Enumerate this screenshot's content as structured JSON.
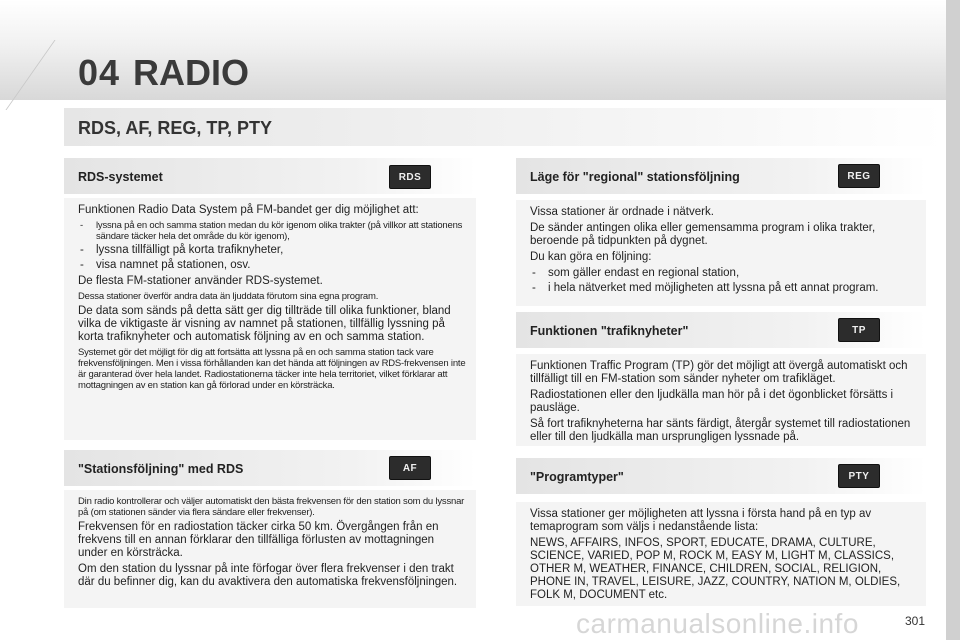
{
  "header": {
    "chapter_number": "04",
    "chapter_title": "RADIO"
  },
  "section": {
    "title": "RDS, AF, REG, TP, PTY"
  },
  "rds": {
    "heading": "RDS-systemet",
    "badge": "RDS",
    "intro": "Funktionen Radio Data System på FM-bandet ger dig möjlighet att:",
    "list_small": "lyssna på en och samma station medan du kör igenom olika trakter (på villkor att stationens sändare täcker hela det område du kör igenom),",
    "list_items": [
      "lyssna tillfälligt på korta trafiknyheter,",
      "visa namnet på stationen, osv."
    ],
    "p1": "De flesta FM-stationer använder RDS-systemet.",
    "p2_small": "Dessa stationer överför andra data än ljuddata förutom sina egna program.",
    "p3": "De data som sänds på detta sätt ger dig tillträde till olika funktioner, bland vilka de viktigaste är visning av namnet på stationen, tillfällig lyssning på korta trafiknyheter och automatisk följning av en och samma station.",
    "p4_small": "Systemet gör det möjligt för dig att fortsätta att lyssna på en och samma station tack vare frekvensföljningen. Men i vissa förhållanden kan det hända att följningen av RDS-frekvensen inte är garanterad över hela landet. Radiostationerna täcker inte hela territoriet, vilket förklarar att mottagningen av en station kan gå förlorad under en körsträcka."
  },
  "af": {
    "heading": "\"Stationsföljning\" med RDS",
    "badge": "AF",
    "p1_small": "Din radio kontrollerar och väljer automatiskt den bästa frekvensen för den station som du lyssnar på (om stationen sänder via flera sändare eller frekvenser).",
    "p2": "Frekvensen för en radiostation täcker cirka 50 km. Övergången från en frekvens till en annan förklarar den tillfälliga förlusten av mottagningen under en körsträcka.",
    "p3": "Om den station du lyssnar på inte förfogar över flera frekvenser i den trakt där du befinner dig, kan du avaktivera den automatiska frekvensföljningen."
  },
  "reg": {
    "heading": "Läge för \"regional\" stationsföljning",
    "badge": "REG",
    "p1": "Vissa stationer är ordnade i nätverk.",
    "p2": "De sänder antingen olika eller gemensamma program i olika trakter, beroende på tidpunkten på dygnet.",
    "p3": "Du kan göra en följning:",
    "list_items": [
      "som gäller endast en regional station,",
      "i hela nätverket med möjligheten att lyssna på ett annat program."
    ]
  },
  "tp": {
    "heading": "Funktionen \"trafiknyheter\"",
    "badge": "TP",
    "p1": "Funktionen Traffic Program (TP) gör det möjligt att övergå automatiskt och tillfälligt till en FM-station som sänder nyheter om trafikläget.",
    "p2": "Radiostationen eller den ljudkälla man hör på i det ögonblicket försätts i pausläge.",
    "p3": "Så fort trafiknyheterna har sänts färdigt, återgår systemet till radiostationen eller till den ljudkälla man ursprungligen lyssnade på."
  },
  "pty": {
    "heading": "\"Programtyper\"",
    "badge": "PTY",
    "p1": "Vissa stationer ger möjligheten att lyssna i första hand på en typ av temaprogram som väljs i nedanstående lista:",
    "p2": "NEWS, AFFAIRS, INFOS, SPORT, EDUCATE, DRAMA, CULTURE, SCIENCE, VARIED, POP M, ROCK M, EASY M, LIGHT M, CLASSICS, OTHER M, WEATHER, FINANCE, CHILDREN, SOCIAL, RELIGION, PHONE IN, TRAVEL, LEISURE, JAZZ, COUNTRY, NATION M, OLDIES, FOLK M, DOCUMENT etc."
  },
  "footer": {
    "page_number": "301",
    "watermark": "carmanualsonline.info"
  }
}
